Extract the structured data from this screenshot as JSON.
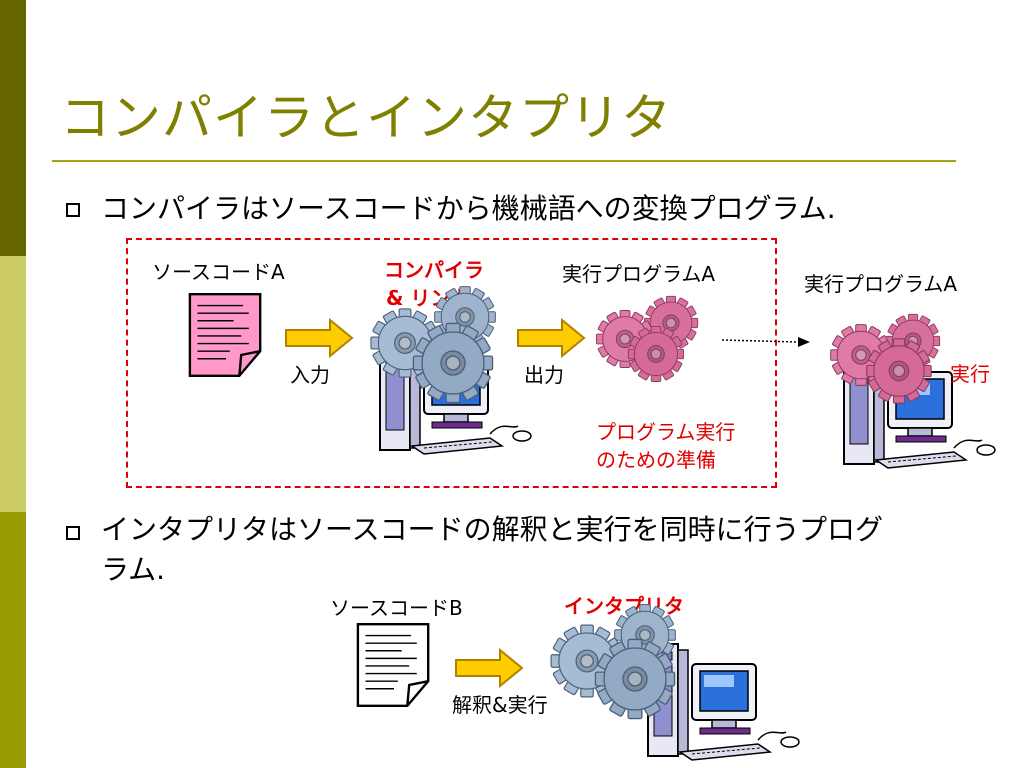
{
  "slide": {
    "title": "コンパイラとインタプリタ",
    "colors": {
      "title": "#808000",
      "sidebar": [
        "#666600",
        "#cccc66",
        "#999900"
      ],
      "accent_red": "#e00000",
      "arrow_fill": "#ffcc00"
    },
    "bullet1": "コンパイラはソースコードから機械語への変換プログラム.",
    "bullet2_line1": "インタプリタはソースコードの解釈と実行を同時に行うプログ",
    "bullet2_line2": "ラム."
  },
  "compiler_diagram": {
    "source_label": "ソースコードA",
    "compiler_line1": "コンパイラ",
    "compiler_line2": "& リンカ",
    "input_label": "入力",
    "output_label": "出力",
    "exe_label_inside": "実行プログラムA",
    "prep_line1": "プログラム実行",
    "prep_line2": "のための準備",
    "exe_label_outside": "実行プログラムA",
    "run_label": "実行",
    "icons": [
      "document-icon",
      "arrow-right-icon",
      "gears-icon",
      "computer-icon",
      "dotted-arrow-icon"
    ]
  },
  "interpreter_diagram": {
    "source_label": "ソースコードB",
    "interpreter_label": "インタプリタ",
    "action_label": "解釈&実行",
    "icons": [
      "document-icon",
      "arrow-right-icon",
      "gears-icon",
      "computer-icon"
    ]
  }
}
